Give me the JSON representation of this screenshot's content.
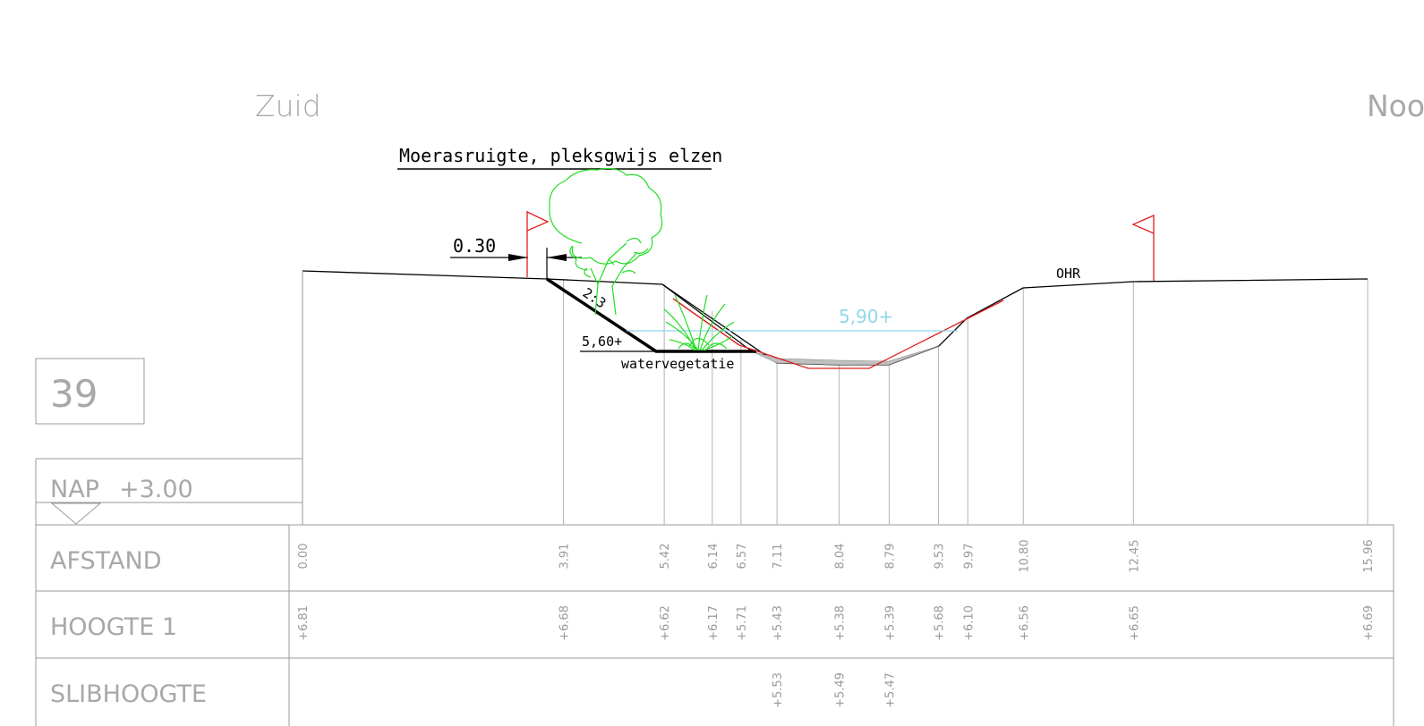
{
  "direction": {
    "left": "Zuid",
    "right": "Noord"
  },
  "profile_number": "39",
  "reference_level": {
    "label": "NAP",
    "value": "+3.00"
  },
  "vegetation_title": "Moerasruigte, pleksgwijs elzen",
  "annotations": {
    "offset": "0.30",
    "slope": "2:3",
    "design_level": "5,60+",
    "water_level": "5,90+",
    "water_vegetation": "watervegetatie",
    "ohr": "OHR"
  },
  "table": {
    "rows": [
      {
        "label": "AFSTAND"
      },
      {
        "label": "HOOGTE 1"
      },
      {
        "label": "SLIBHOOGTE"
      }
    ],
    "stations": [
      {
        "afstand": "0.00",
        "hoogte": "+6.81",
        "slib": null
      },
      {
        "afstand": "3.91",
        "hoogte": "+6.68",
        "slib": null
      },
      {
        "afstand": "5.42",
        "hoogte": "+6.62",
        "slib": null
      },
      {
        "afstand": "6.14",
        "hoogte": "+6.17",
        "slib": null
      },
      {
        "afstand": "6.57",
        "hoogte": "+5.71",
        "slib": null
      },
      {
        "afstand": "7.11",
        "hoogte": "+5.43",
        "slib": "+5.53"
      },
      {
        "afstand": "8.04",
        "hoogte": "+5.38",
        "slib": "+5.49"
      },
      {
        "afstand": "8.79",
        "hoogte": "+5.39",
        "slib": "+5.47"
      },
      {
        "afstand": "9.53",
        "hoogte": "+5.68",
        "slib": null
      },
      {
        "afstand": "9.97",
        "hoogte": "+6.10",
        "slib": null
      },
      {
        "afstand": "10.80",
        "hoogte": "+6.56",
        "slib": null
      },
      {
        "afstand": "12.45",
        "hoogte": "+6.65",
        "slib": null
      },
      {
        "afstand": "15.96",
        "hoogte": "+6.69",
        "slib": null
      }
    ]
  },
  "colors": {
    "profile_line": "#000000",
    "grid_line": "#b4b4b4",
    "design_line": "#e02020",
    "water_line": "#8fd8ea",
    "vegetation": "#22dd22",
    "sludge_fill": "#c0c0c0",
    "table_text": "#9a9a9a"
  }
}
